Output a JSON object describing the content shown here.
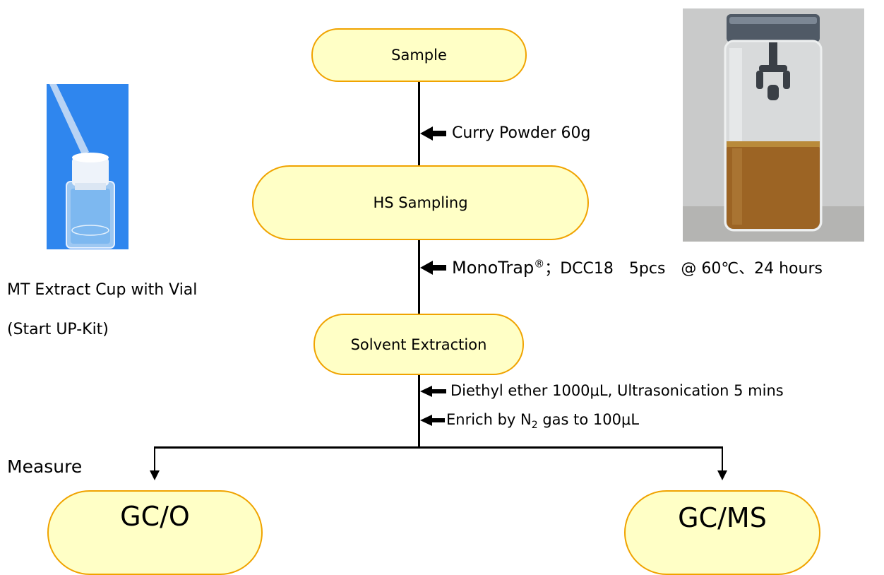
{
  "flow": {
    "sample": "Sample",
    "hs_sampling": "HS Sampling",
    "solvent_extraction": "Solvent Extraction",
    "gco": "GC/O",
    "gcms": "GC/MS"
  },
  "steps": {
    "curry": "Curry Powder 60g",
    "monotrap_name": "MonoTrap",
    "monotrap_reg": "®",
    "monotrap_rest": "；DCC18　5pcs　@ 60℃、24 hours",
    "ether": "Diethyl ether 1000μL, Ultrasonication 5 mins",
    "enrich_pre": "Enrich by N",
    "enrich_sub": "2",
    "enrich_post": " gas to 100μL"
  },
  "measure_label": "Measure",
  "photo_left": {
    "caption_line1": "MT Extract Cup with Vial",
    "caption_line2": "(Start UP-Kit)"
  },
  "colors": {
    "node_fill": "#ffffc6",
    "node_border": "#f0a300",
    "left_photo_bg": "#2f86ee",
    "right_photo_bg": "#c5c6c6",
    "liquid": "#9c6424"
  }
}
